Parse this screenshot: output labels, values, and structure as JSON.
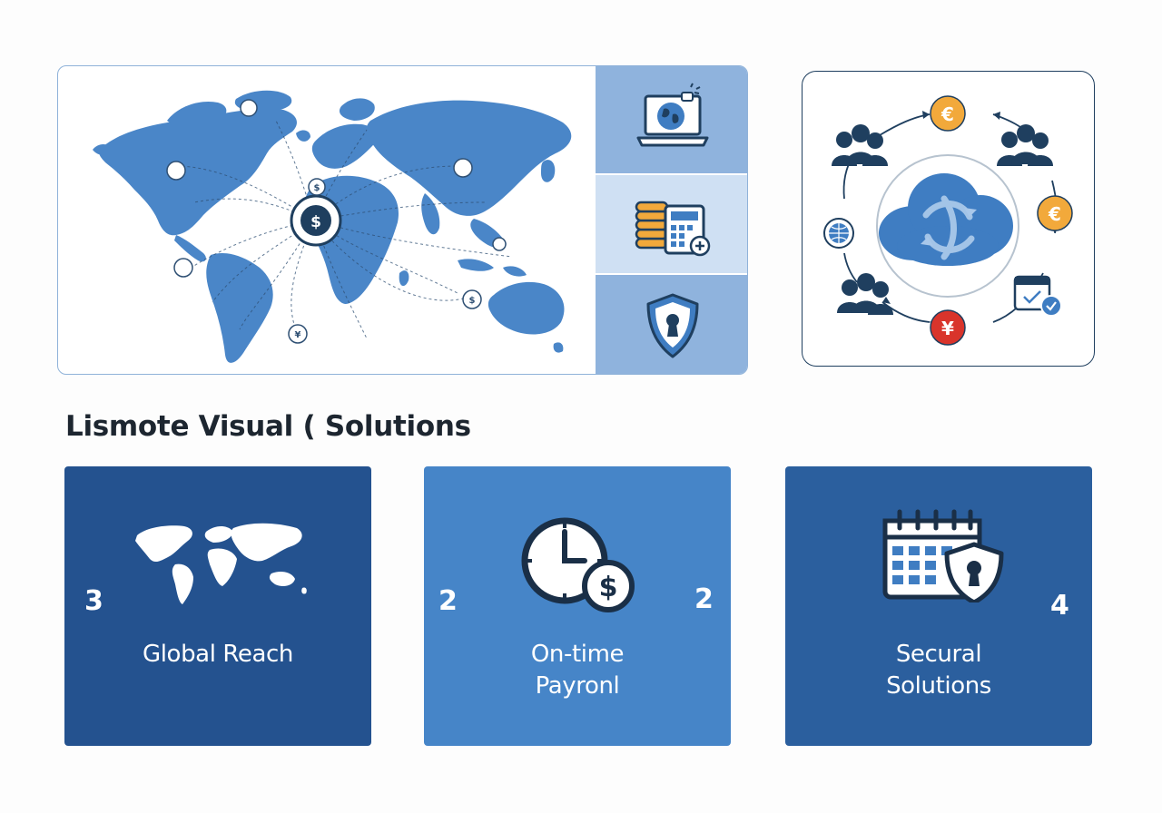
{
  "heading": "Lismote Visual ( Solutions",
  "hero": {
    "icons": [
      "world-map-icon",
      "laptop-globe-icon",
      "coins-calculator-icon",
      "shield-keyhole-icon"
    ]
  },
  "cycle": {
    "currencies": [
      "€",
      "€",
      "¥"
    ],
    "icons": [
      "people-group-icon",
      "euro-coin-icon",
      "cloud-sync-icon",
      "globe-icon",
      "yen-coin-icon",
      "calendar-check-icon"
    ]
  },
  "cards": [
    {
      "number": "3",
      "label": "Global Reach",
      "icon": "world-map-icon"
    },
    {
      "number_left": "2",
      "number_right": "2",
      "label_line1": "On-time",
      "label_line2": "Payronl",
      "icon": "clock-dollar-icon"
    },
    {
      "number": "4",
      "label_line1": "Secural",
      "label_line2": "Solutions",
      "icon": "calendar-shield-icon"
    }
  ],
  "colors": {
    "card_dark": "#24528f",
    "card_mid": "#4685c8",
    "card_blue": "#2b5f9e",
    "map_blue": "#4a86c8",
    "euro_orange": "#f2a93b",
    "yen_red": "#d9342b",
    "navy": "#1f3f5f"
  }
}
